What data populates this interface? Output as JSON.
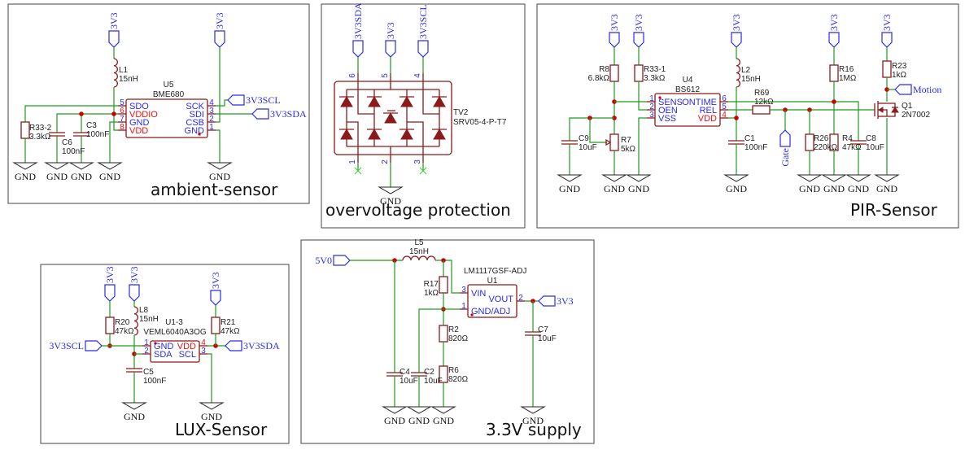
{
  "gnd_label": "GND",
  "colors": {
    "wire": "#1f9a1f",
    "component": "#8b1a1a",
    "net_label": "#2a2aee",
    "junction": "#cc0000",
    "power_pin": "#ee1111"
  },
  "ambient": {
    "title": "ambient-sensor",
    "nets": {
      "vcc": "3V3",
      "scl": "3V3SCL",
      "sda": "3V3SDA"
    },
    "L1": {
      "ref": "L1",
      "value": "15nH"
    },
    "R33_2": {
      "ref": "R33-2",
      "value": "3.3kΩ"
    },
    "C6": {
      "ref": "C6",
      "value": "100nF"
    },
    "C3": {
      "ref": "C3",
      "value": "100nF"
    },
    "U5": {
      "ref": "U5",
      "part": "BME680",
      "left_pins": [
        {
          "num": "5",
          "name": "SDO"
        },
        {
          "num": "6",
          "name": "VDDIO"
        },
        {
          "num": "7",
          "name": "GND"
        },
        {
          "num": "8",
          "name": "VDD"
        }
      ],
      "right_pins": [
        {
          "num": "4",
          "name": "SCK"
        },
        {
          "num": "3",
          "name": "SDI"
        },
        {
          "num": "2",
          "name": "CSB"
        },
        {
          "num": "1",
          "name": "GND"
        }
      ]
    }
  },
  "overvoltage": {
    "title": "overvoltage protection",
    "nets": {
      "sda": "3V3SDA",
      "vcc": "3V3",
      "scl": "3V3SCL"
    },
    "TV2": {
      "ref": "TV2",
      "part": "SRV05-4-P-T7",
      "top_pins": [
        "6",
        "5",
        "4"
      ],
      "bottom_pins": [
        "1",
        "2",
        "3"
      ]
    }
  },
  "pir": {
    "title": "PIR-Sensor",
    "nets": {
      "vcc": "3V3",
      "motion": "Motion",
      "gate": "Gate"
    },
    "R8": {
      "ref": "R8",
      "value": "6.8kΩ"
    },
    "R33_1": {
      "ref": "R33-1",
      "value": "3.3kΩ"
    },
    "R7": {
      "ref": "R7",
      "value": "5kΩ"
    },
    "C9": {
      "ref": "C9",
      "value": "10uF"
    },
    "L2": {
      "ref": "L2",
      "value": "15nH"
    },
    "C1": {
      "ref": "C1",
      "value": "100nF"
    },
    "R69": {
      "ref": "R69",
      "value": "12kΩ"
    },
    "R26": {
      "ref": "R26",
      "value": "220kΩ"
    },
    "R16": {
      "ref": "R16",
      "value": "1MΩ"
    },
    "R4": {
      "ref": "R4",
      "value": "47kΩ"
    },
    "C8": {
      "ref": "C8",
      "value": "10uF"
    },
    "R23": {
      "ref": "R23",
      "value": "1kΩ"
    },
    "Q1": {
      "ref": "Q1",
      "value": "2N7002"
    },
    "U4": {
      "ref": "U4",
      "part": "BS612",
      "left_pins": [
        {
          "num": "1",
          "name": "SENS"
        },
        {
          "num": "2",
          "name": "OEN"
        },
        {
          "num": "3",
          "name": "VSS"
        }
      ],
      "right_pins": [
        {
          "num": "6",
          "name": "ONTIME"
        },
        {
          "num": "5",
          "name": "REL"
        },
        {
          "num": "4",
          "name": "VDD"
        }
      ]
    }
  },
  "lux": {
    "title": "LUX-Sensor",
    "nets": {
      "vcc": "3V3",
      "scl": "3V3SCL",
      "sda": "3V3SDA"
    },
    "R20": {
      "ref": "R20",
      "value": "47kΩ"
    },
    "L8": {
      "ref": "L8",
      "value": "15nH"
    },
    "R21": {
      "ref": "R21",
      "value": "47kΩ"
    },
    "C5": {
      "ref": "C5",
      "value": "100nF"
    },
    "U1_3": {
      "ref": "U1-3",
      "part": "VEML6040A3OG",
      "left_pins": [
        {
          "num": "1",
          "name": "GND"
        },
        {
          "num": "2",
          "name": "SDA"
        }
      ],
      "right_pins": [
        {
          "num": "4",
          "name": "VDD"
        },
        {
          "num": "3",
          "name": "SCL"
        }
      ]
    }
  },
  "supply": {
    "title": "3.3V supply",
    "nets": {
      "vin": "5V0",
      "vout": "3V3"
    },
    "L5": {
      "ref": "L5",
      "value": "15nH"
    },
    "R17": {
      "ref": "R17",
      "value": "1kΩ"
    },
    "R2": {
      "ref": "R2",
      "value": "820Ω"
    },
    "R6": {
      "ref": "R6",
      "value": "820Ω"
    },
    "C4": {
      "ref": "C4",
      "value": "10uF"
    },
    "C2": {
      "ref": "C2",
      "value": "10uF"
    },
    "C7": {
      "ref": "C7",
      "value": "10uF"
    },
    "U1": {
      "ref": "U1",
      "part": "LM1117GSF-ADJ",
      "pins": [
        {
          "num": "3",
          "name": "VIN"
        },
        {
          "num": "1",
          "name": "GND/ADJ"
        },
        {
          "num": "2",
          "name": "VOUT"
        }
      ]
    }
  }
}
